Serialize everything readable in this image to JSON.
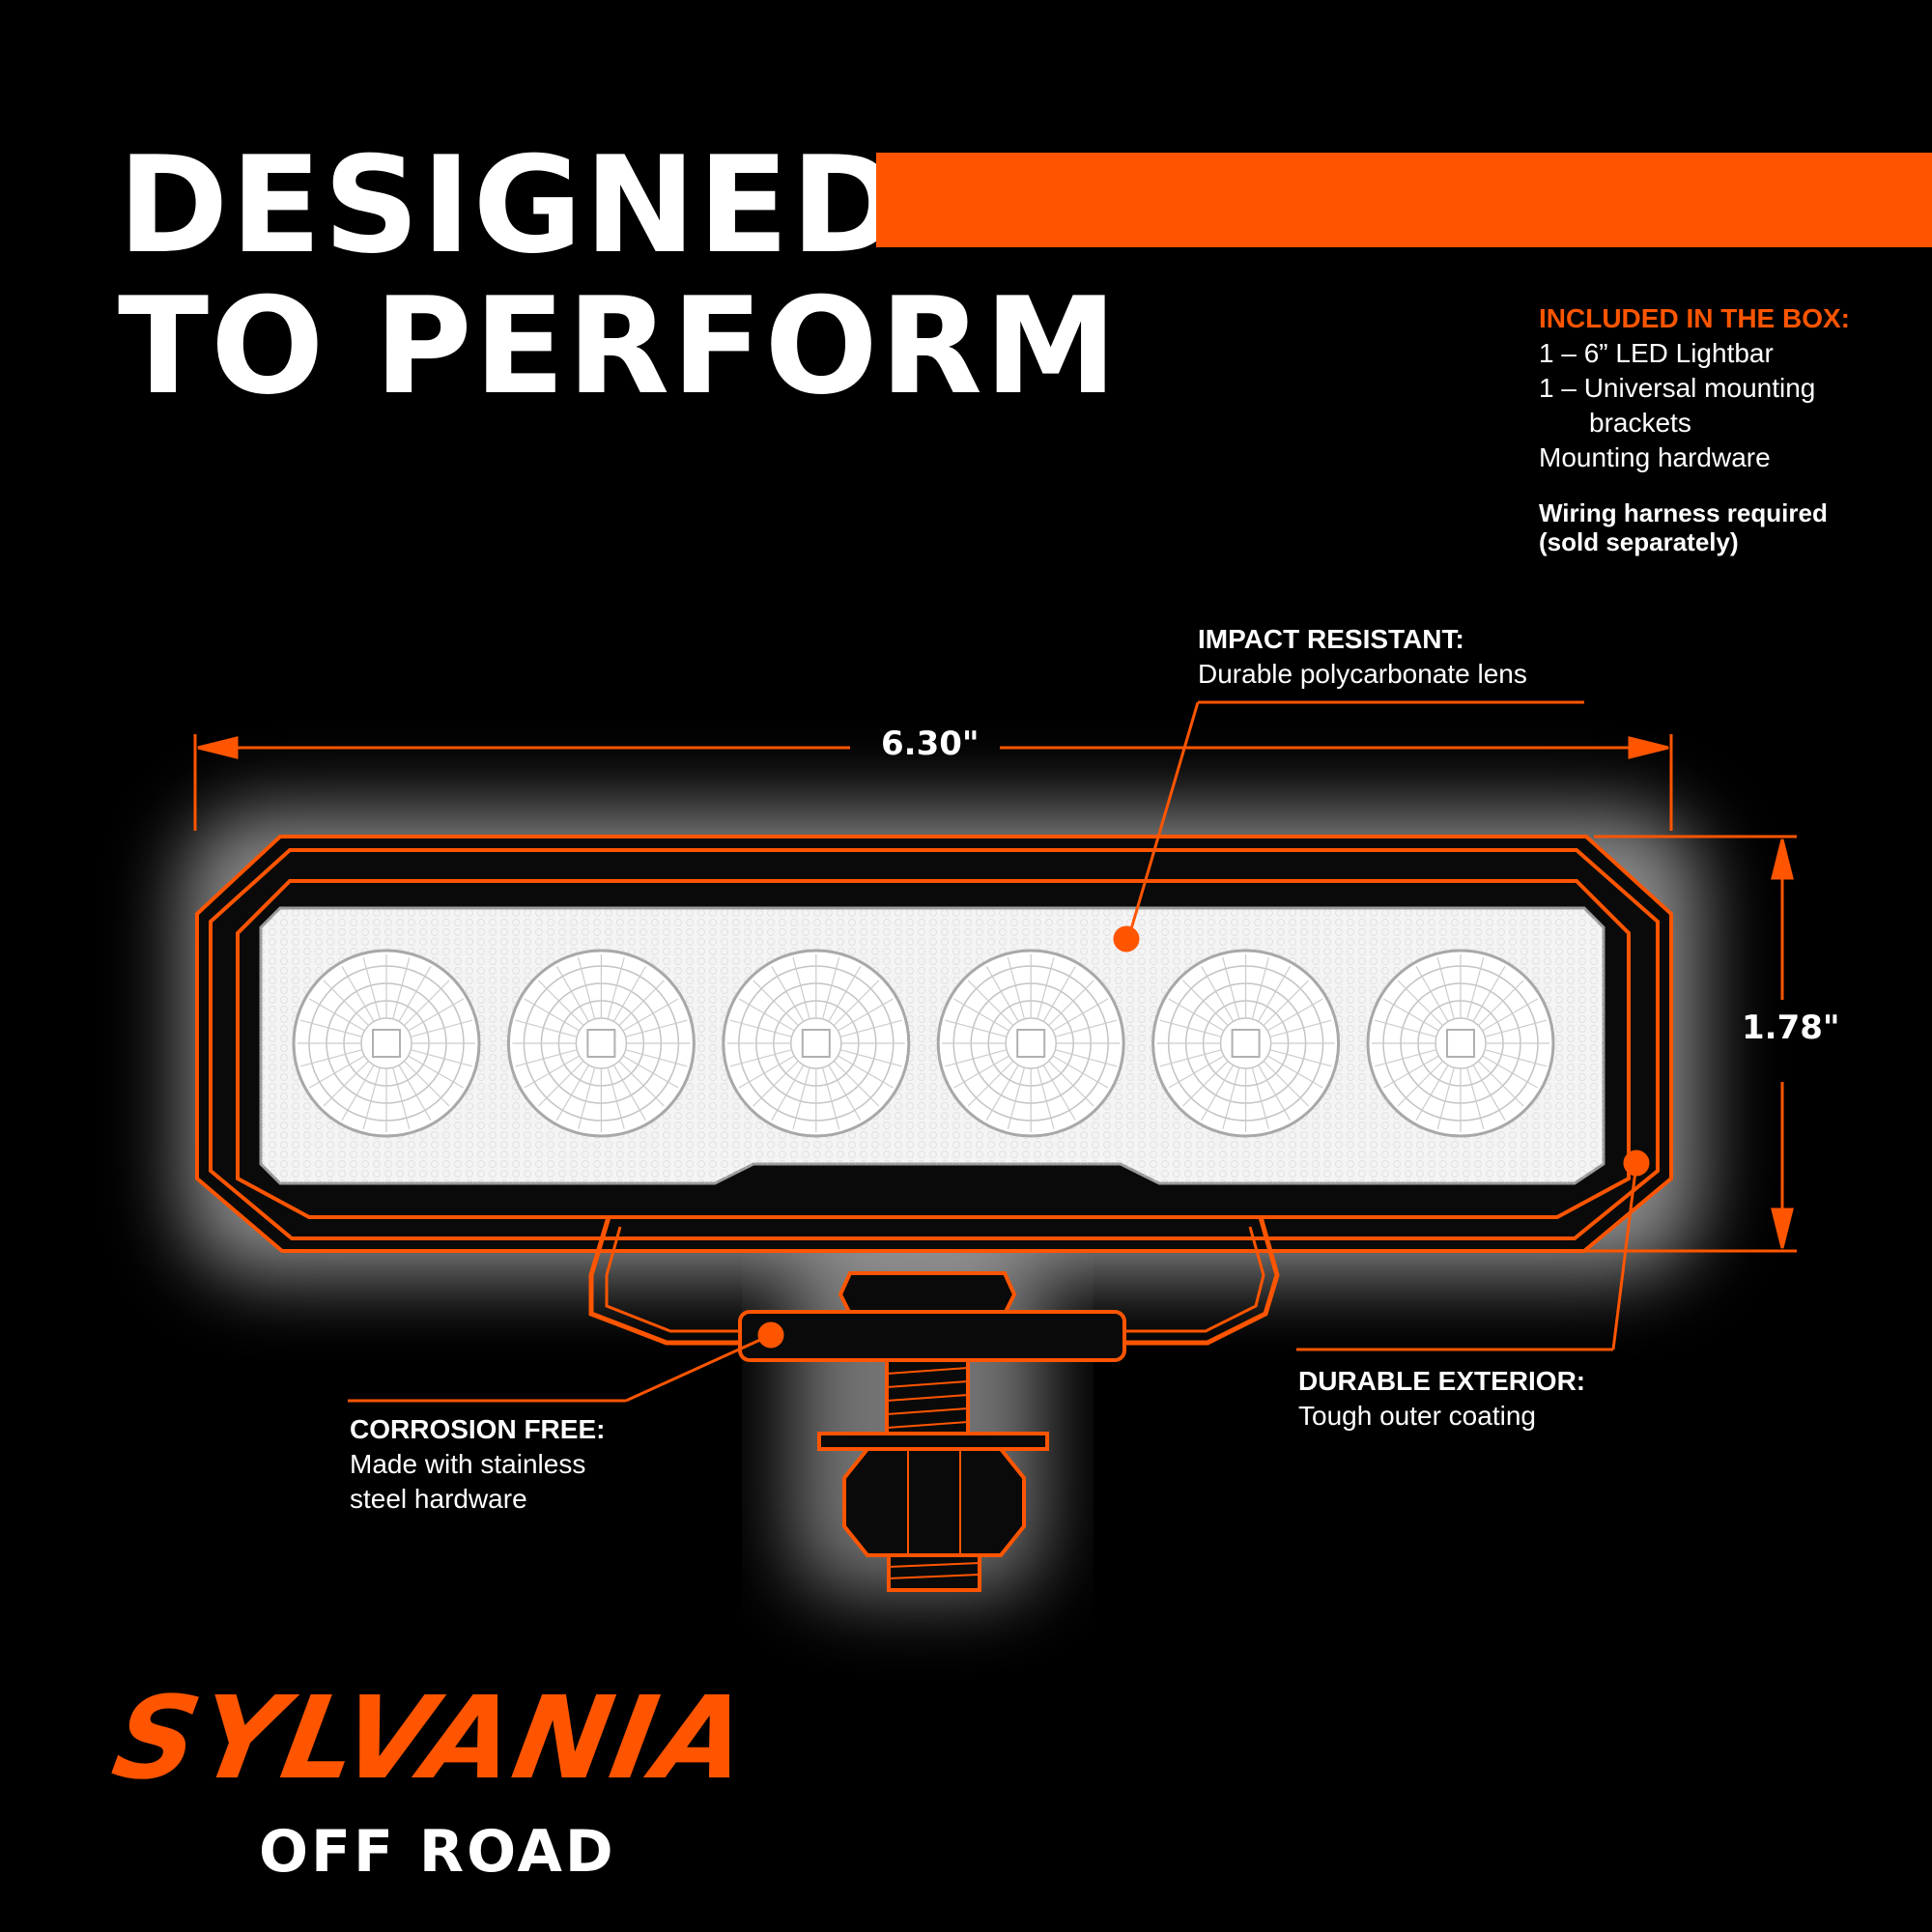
{
  "headline": {
    "line1": "DESIGNED",
    "line2": "TO PERFORM"
  },
  "box": {
    "title": "INCLUDED IN THE BOX:",
    "items": [
      "1 – 6” LED Lightbar",
      "1 – Universal mounting",
      "brackets",
      "Mounting hardware"
    ],
    "note_line1": "Wiring harness required",
    "note_line2": "(sold separately)"
  },
  "callouts": {
    "impact": {
      "title": "IMPACT RESISTANT:",
      "desc": "Durable polycarbonate lens"
    },
    "corrosion": {
      "title": "CORROSION FREE:",
      "desc_line1": "Made with stainless",
      "desc_line2": "steel hardware"
    },
    "exterior": {
      "title": "DURABLE EXTERIOR:",
      "desc": "Tough outer coating"
    }
  },
  "dimensions": {
    "width": "6.30\"",
    "height": "1.78\""
  },
  "brand": {
    "name": "SYLVANIA",
    "sub": "OFF ROAD"
  },
  "colors": {
    "accent": "#ff5500",
    "background": "#000000",
    "text": "#ffffff"
  },
  "icons": {
    "led_count": 6
  }
}
